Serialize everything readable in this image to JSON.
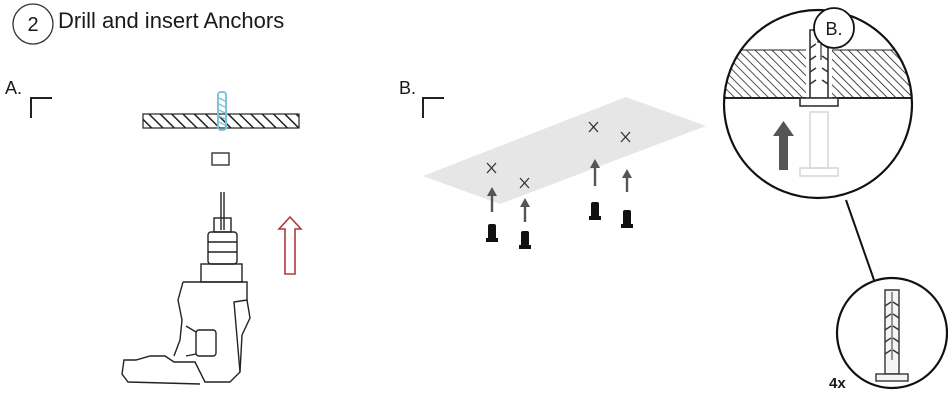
{
  "step": {
    "number": "2",
    "title": "Drill and insert Anchors"
  },
  "panels": {
    "a_label": "A.",
    "b_label": "B.",
    "zoom_label": "B."
  },
  "anchor_detail": {
    "quantity": "4x"
  },
  "colors": {
    "ink": "#1a1a1a",
    "drill_arrow": "#b03a3a",
    "drill_bit_highlight": "#7fc4d6",
    "ceiling_plane": "#e6e6e6",
    "insert_arrow": "#555555"
  },
  "icons": [
    "drill-icon",
    "arrow-up-icon",
    "anchor-icon",
    "x-mark-icon",
    "magnifier-circle-icon"
  ]
}
